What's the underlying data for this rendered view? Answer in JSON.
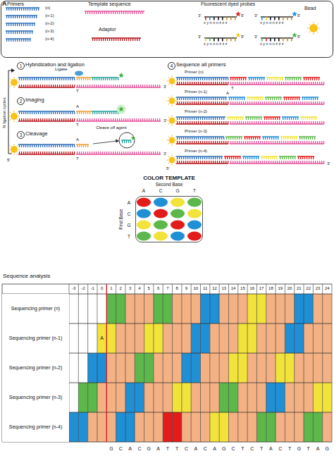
{
  "diagram": {
    "nodes": [
      {
        "text": [
          "COLOR TEMPLATE"
        ]
      },
      {
        "text": [
          "Sequencing primer (n)"
        ]
      },
      {
        "text": [
          "Sequencing primer (n-1)"
        ]
      },
      {
        "text": [
          "Sequencing primer (n-2)"
        ]
      },
      {
        "text": [
          "Sequencing primer (n-3)"
        ]
      },
      {
        "text": [
          "Sequencing primer (n-4)"
        ]
      }
    ],
    "labels": [
      "A",
      "Primers",
      "(n)",
      "(n-1)",
      "(n-2)",
      "(n-3)",
      "(n-4)",
      "Template sequence",
      "Adaptor",
      "Fluorescent dyed probes",
      "3'",
      "x y n n n z z z",
      "5'",
      "3'",
      "x y n n n z z z",
      "5'",
      "3'",
      "x y n n n z z z",
      "5'",
      "3'",
      "x y n n n z z z",
      "5'",
      "Bead",
      "1",
      "Hybridization and ligation",
      "Ligase",
      "T",
      "3'",
      "2",
      "Imaging",
      "A",
      "T",
      "3'",
      "3",
      "Cleavage",
      "A",
      "T",
      "5'",
      "3'",
      "Cleave off agent",
      "N ligation cycles",
      "4",
      "Sequence all primers",
      "Primer (n)",
      "T",
      "Primer (n-1)",
      "A",
      "Primer (n-2)",
      "Primer (n-3)",
      "Primer (n-4)",
      "5'",
      "3'",
      "Second Base",
      "A",
      "C",
      "G",
      "T",
      "First Base",
      "A",
      "C",
      "G",
      "T",
      "Sequence analysis",
      "-3",
      "-2",
      "-1",
      "0",
      "1",
      "2",
      "3",
      "4",
      "5",
      "6",
      "7",
      "8",
      "9",
      "10",
      "11",
      "12",
      "13",
      "14",
      "15",
      "16",
      "17",
      "18",
      "19",
      "20",
      "21",
      "22",
      "23",
      "24",
      "A",
      "G",
      "C",
      "A",
      "C",
      "G",
      "A",
      "T",
      "T",
      "C",
      "A",
      "C",
      "A",
      "G",
      "C",
      "T",
      "C",
      "T",
      "A",
      "C",
      "T",
      "G",
      "T",
      "A",
      "G"
    ]
  }
}
